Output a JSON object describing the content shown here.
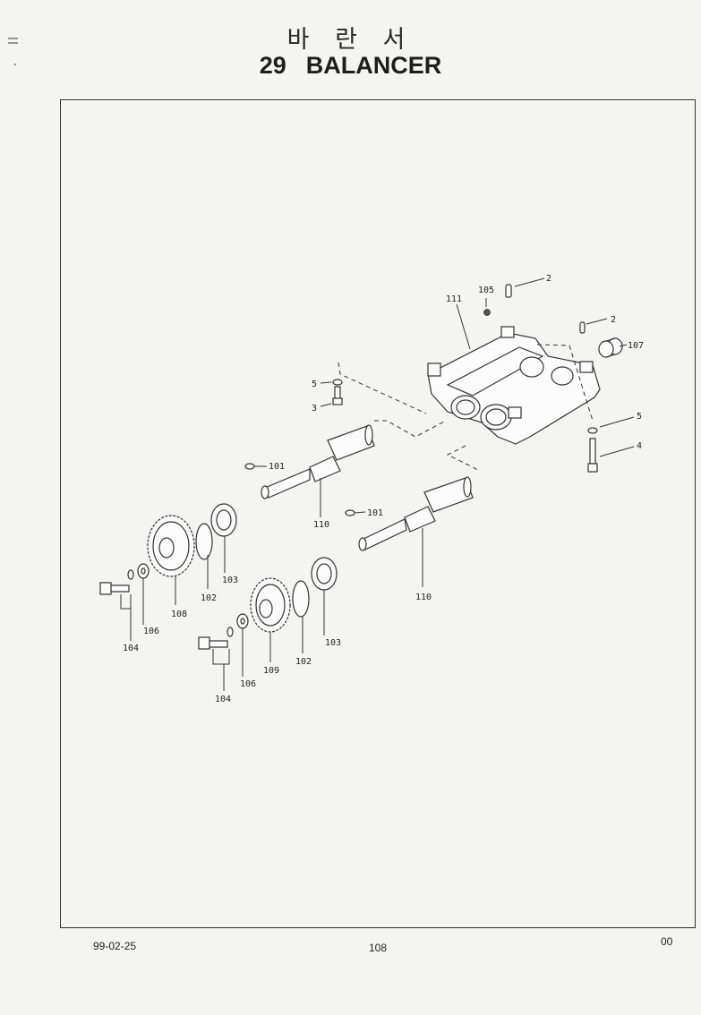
{
  "header": {
    "title_korean": "바 란 서",
    "section_number": "29",
    "section_title": "BALANCER"
  },
  "labels": {
    "p2a": "2",
    "p2b": "2",
    "p107": "107",
    "p105": "105",
    "p111": "111",
    "p5a": "5",
    "p3": "3",
    "p5b": "5",
    "p4": "4",
    "p101a": "101",
    "p101b": "101",
    "p110a": "110",
    "p110b": "110",
    "p103a": "103",
    "p102a": "102",
    "p108": "108",
    "p106a": "106",
    "p104a": "104",
    "p103b": "103",
    "p102b": "102",
    "p109": "109",
    "p106b": "106",
    "p104b": "104"
  },
  "footer": {
    "date": "99-02-25",
    "page": "108",
    "revision": "00"
  }
}
